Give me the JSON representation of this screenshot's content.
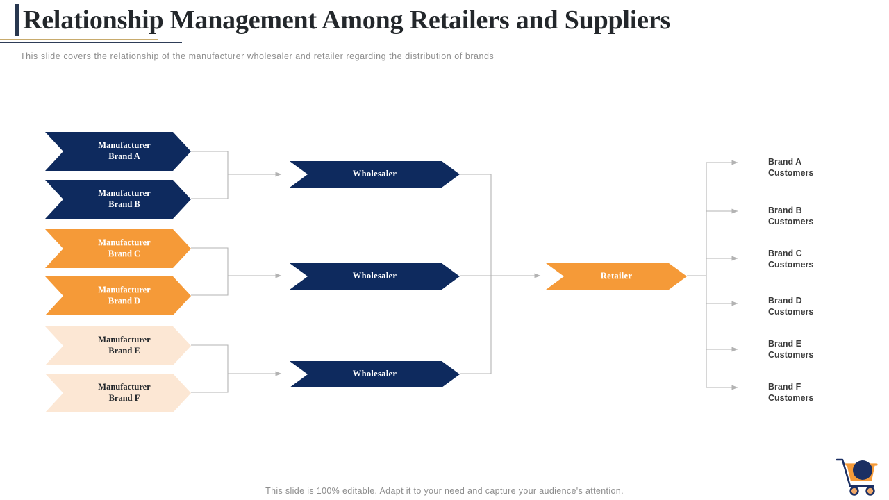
{
  "header": {
    "title": "Relationship Management Among Retailers and Suppliers",
    "subtitle": "This slide covers the relationship of the manufacturer wholesaler and retailer regarding the distribution of brands",
    "accent_bar_color": "#28374f",
    "rule_gold_color": "#c8ab6d",
    "rule_navy_color": "#2e3d57"
  },
  "theme": {
    "navy": "#0e2a5e",
    "orange": "#f59a38",
    "peach": "#fce7d4",
    "connector_gray": "#b3b3b3",
    "text_dark": "#23272b",
    "text_muted": "#8d8d8d"
  },
  "diagram": {
    "type": "flow",
    "manufacturers": [
      {
        "line1": "Manufacturer",
        "line2": "Brand A",
        "style": "navy"
      },
      {
        "line1": "Manufacturer",
        "line2": "Brand B",
        "style": "navy"
      },
      {
        "line1": "Manufacturer",
        "line2": "Brand C",
        "style": "orange"
      },
      {
        "line1": "Manufacturer",
        "line2": "Brand D",
        "style": "orange"
      },
      {
        "line1": "Manufacturer",
        "line2": "Brand E",
        "style": "peach"
      },
      {
        "line1": "Manufacturer",
        "line2": "Brand F",
        "style": "peach"
      }
    ],
    "wholesalers": [
      {
        "label": "Wholesaler"
      },
      {
        "label": "Wholesaler"
      },
      {
        "label": "Wholesaler"
      }
    ],
    "retailer": {
      "label": "Retailer"
    },
    "customers": [
      {
        "line1": "Brand A",
        "line2": "Customers"
      },
      {
        "line1": "Brand B",
        "line2": "Customers"
      },
      {
        "line1": "Brand C",
        "line2": "Customers"
      },
      {
        "line1": "Brand D",
        "line2": "Customers"
      },
      {
        "line1": "Brand E",
        "line2": "Customers"
      },
      {
        "line1": "Brand F",
        "line2": "Customers"
      }
    ]
  },
  "footer": {
    "note": "This slide is 100% editable. Adapt it to your need and capture your audience's attention.",
    "icon": "shopping-cart-icon"
  }
}
